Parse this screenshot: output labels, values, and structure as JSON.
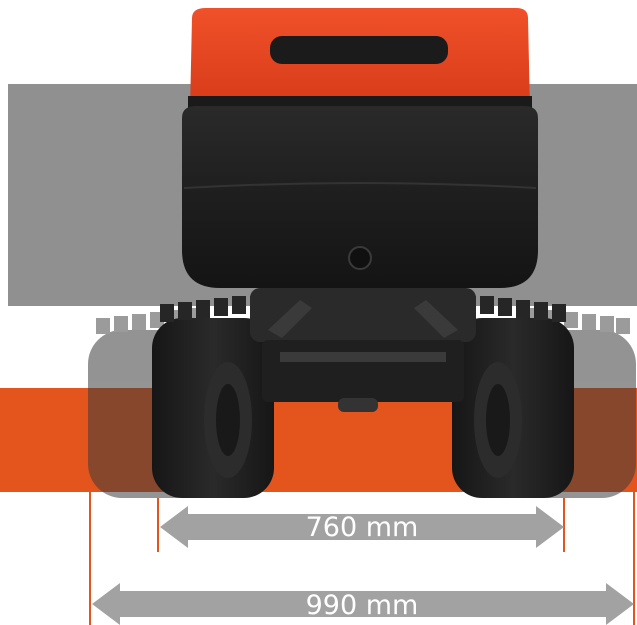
{
  "colors": {
    "accent_orange": "#e3551c",
    "body_orange": "#e8431f",
    "band_grey": "#909090",
    "arrow_grey": "#a2a2a2",
    "machine_black": "#1c1c1c"
  },
  "dimensions": {
    "inner_track_gauge": {
      "value": 760,
      "unit": "mm",
      "label": "760 mm"
    },
    "outer_track_width": {
      "value": 990,
      "unit": "mm",
      "label": "990 mm"
    }
  },
  "icons": [
    "excavator-rear-view",
    "double-arrow-dimension",
    "extension-line"
  ]
}
